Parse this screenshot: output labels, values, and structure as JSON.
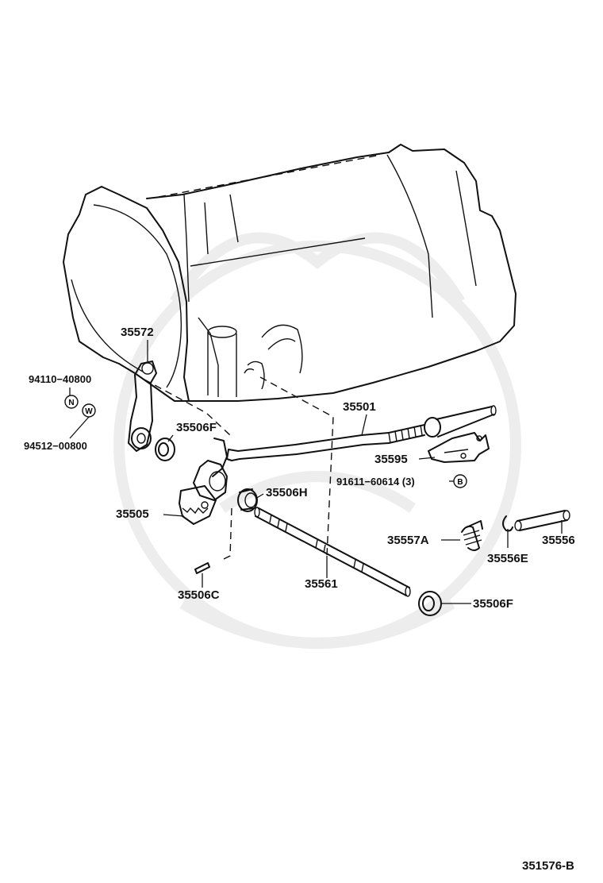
{
  "diagram_id": "351576-B",
  "parts": {
    "p35572": "35572",
    "p94110": "94110−40800",
    "p94512": "94512−00800",
    "p35506F_a": "35506F",
    "p35501": "35501",
    "p35595": "35595",
    "p91611": "91611−60614 (3)",
    "p35505": "35505",
    "p35506H": "35506H",
    "p35557A": "35557A",
    "p35556E": "35556E",
    "p35556": "35556",
    "p35561": "35561",
    "p35506C": "35506C",
    "p35506F_b": "35506F"
  },
  "markers": {
    "nut": "N",
    "washer": "W",
    "bolt": "B"
  }
}
